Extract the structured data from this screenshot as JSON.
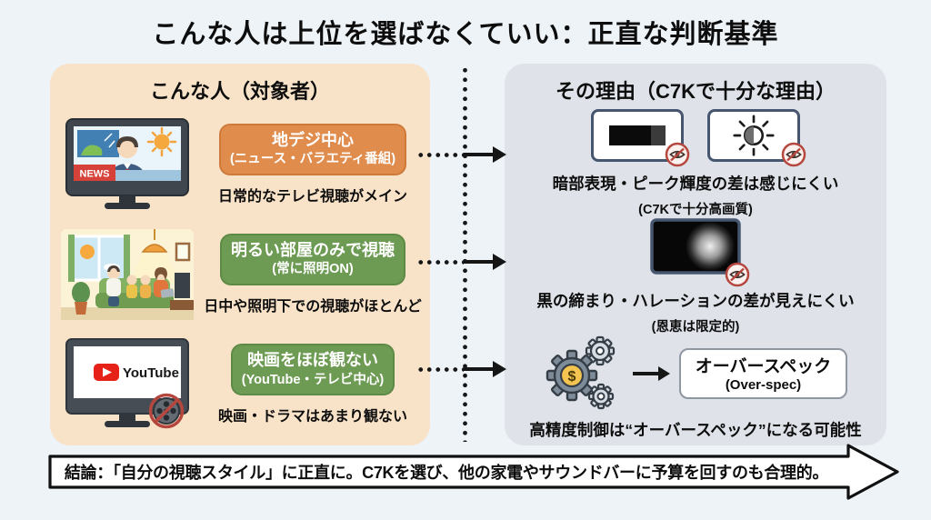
{
  "title": "こんな人は上位を選ばなくていい：正直な判断基準",
  "left_panel": {
    "header": "こんな人（対象者）",
    "rows": [
      {
        "badge_line1": "地デジ中心",
        "badge_line2": "(ニュース・バラエティ番組)",
        "caption": "日常的なテレビ視聴がメイン",
        "tv_label": "NEWS"
      },
      {
        "badge_line1": "明るい部屋のみで視聴",
        "badge_line2": "(常に照明ON)",
        "caption": "日中や照明下での視聴がほとんど"
      },
      {
        "badge_line1": "映画をほぼ観ない",
        "badge_line2": "(YouTube・テレビ中心)",
        "caption": "映画・ドラマはあまり観ない",
        "tv_label": "YouTube"
      }
    ]
  },
  "right_panel": {
    "header": "その理由（C7Kで十分な理由）",
    "sections": [
      {
        "text": "暗部表現・ピーク輝度の差は感じにくい",
        "subtext": "(C7Kで十分高画質)",
        "icons": [
          "dark-gradient-bar-icon",
          "brightness-icon",
          "hidden-eye-icon"
        ]
      },
      {
        "text": "黒の締まり・ハレーションの差が見えにくい",
        "subtext": "(恩恵は限定的)",
        "icons": [
          "black-screen-halation-icon",
          "hidden-eye-icon"
        ]
      },
      {
        "text": "高精度制御は“オーバースペック”になる可能性",
        "overspec_title": "オーバースペック",
        "overspec_subtitle": "(Over-spec)",
        "coin_symbol": "$",
        "icons": [
          "gears-money-icon",
          "arrow-right-icon"
        ]
      }
    ]
  },
  "conclusion": "結論：「自分の視聴スタイル」に正直に。C7Kを選び、他の家電やサウンドバーに予算を回すのも合理的。",
  "colors": {
    "background": "#edf3f7",
    "left_panel_bg": "#f9e3c8",
    "right_panel_bg": "#dfe3e9",
    "orange_badge": "#e08c4d",
    "green_badge": "#6d9b53",
    "news_red": "#d6423a",
    "youtube_red": "#e62117",
    "prohibit_red": "#b5473e",
    "gear_gray": "#7e8b99",
    "coin_yellow": "#f3c44f",
    "line_black": "#161616"
  }
}
